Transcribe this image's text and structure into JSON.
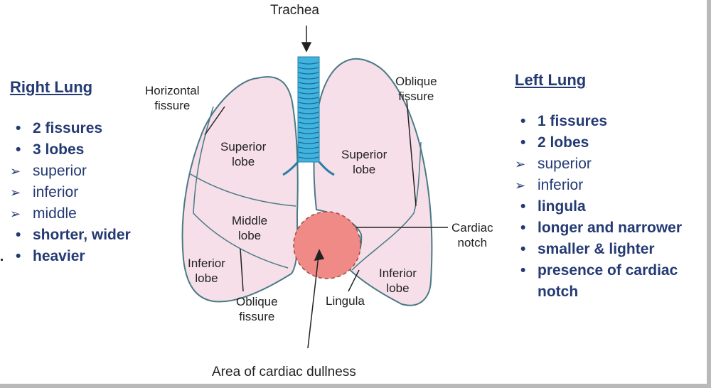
{
  "right_lung": {
    "title": "Right Lung",
    "items": [
      {
        "text": "2 fissures",
        "style": "bullet"
      },
      {
        "text": "3 lobes",
        "style": "bullet"
      },
      {
        "text": "superior",
        "style": "sub"
      },
      {
        "text": "inferior",
        "style": "sub"
      },
      {
        "text": "middle",
        "style": "sub"
      },
      {
        "text": "shorter, wider",
        "style": "bullet"
      },
      {
        "text": "heavier",
        "style": "bullet"
      }
    ]
  },
  "left_lung": {
    "title": "Left Lung",
    "items": [
      {
        "text": "1 fissures",
        "style": "bullet"
      },
      {
        "text": "2 lobes",
        "style": "bullet"
      },
      {
        "text": "superior",
        "style": "sub"
      },
      {
        "text": "inferior",
        "style": "sub"
      },
      {
        "text": "lingula",
        "style": "bullet"
      },
      {
        "text": "longer and narrower",
        "style": "bullet"
      },
      {
        "text": "smaller & lighter",
        "style": "bullet"
      },
      {
        "text": "presence of cardiac notch",
        "style": "bullet"
      }
    ]
  },
  "diagram": {
    "trachea": "Trachea",
    "horizontal_fissure": [
      "Horizontal",
      "fissure"
    ],
    "oblique_fissure_left": [
      "Oblique",
      "fissure"
    ],
    "oblique_fissure_right": [
      "Oblique",
      "fissure"
    ],
    "superior_lobe_right": [
      "Superior",
      "lobe"
    ],
    "superior_lobe_left": [
      "Superior",
      "lobe"
    ],
    "middle_lobe": [
      "Middle",
      "lobe"
    ],
    "inferior_lobe_right": [
      "Inferior",
      "lobe"
    ],
    "inferior_lobe_left": [
      "Inferior",
      "lobe"
    ],
    "cardiac_notch": [
      "Cardiac",
      "notch"
    ],
    "lingula": "Lingula",
    "cardiac_dullness": "Area of cardiac dullness",
    "colors": {
      "lung_fill": "#f6dfe8",
      "lung_stroke": "#4a7a86",
      "trachea": "#3fb4e0",
      "heart": "#f08a86",
      "text_navy": "#243a73"
    }
  }
}
